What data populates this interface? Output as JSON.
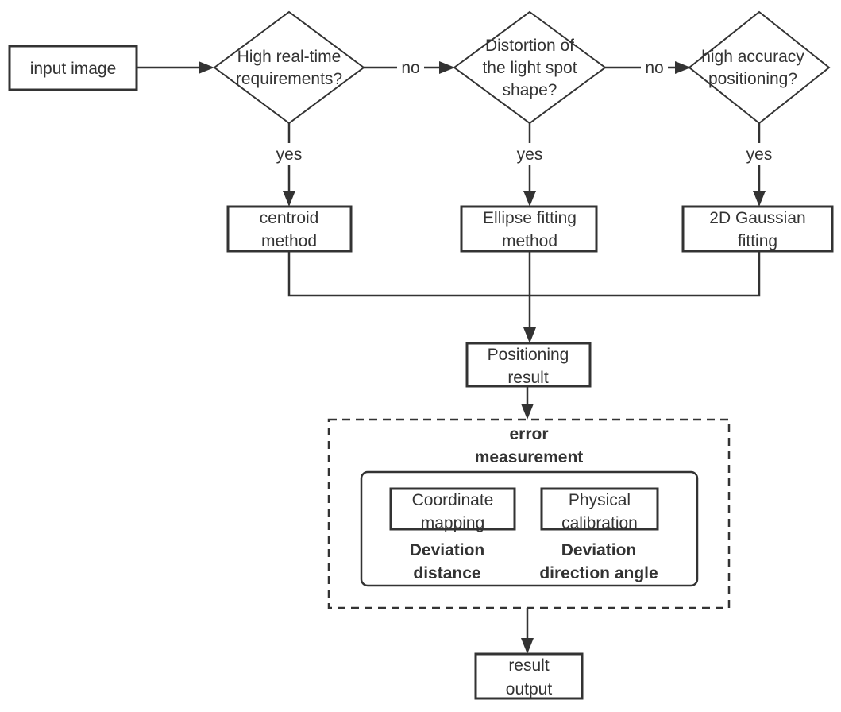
{
  "nodes": {
    "input_image": "input image",
    "decision_realtime": [
      "High real-time",
      "requirements?"
    ],
    "decision_distortion": [
      "Distortion of",
      "the light spot",
      "shape?"
    ],
    "decision_accuracy": [
      "high accuracy",
      "positioning?"
    ],
    "centroid": [
      "centroid",
      "method"
    ],
    "ellipse": [
      "Ellipse fitting",
      "method"
    ],
    "gaussian": [
      "2D Gaussian",
      "fitting"
    ],
    "positioning_result": [
      "Positioning",
      "result"
    ],
    "error_measurement": [
      "error",
      "measurement"
    ],
    "coordinate_mapping": [
      "Coordinate",
      "mapping"
    ],
    "physical_calibration": [
      "Physical",
      "calibration"
    ],
    "deviation_distance": [
      "Deviation",
      "distance"
    ],
    "deviation_angle": [
      "Deviation",
      "direction angle"
    ],
    "result_output": [
      "result",
      "output"
    ]
  },
  "edge_labels": {
    "no_1": "no",
    "no_2": "no",
    "yes_1": "yes",
    "yes_2": "yes",
    "yes_3": "yes"
  }
}
